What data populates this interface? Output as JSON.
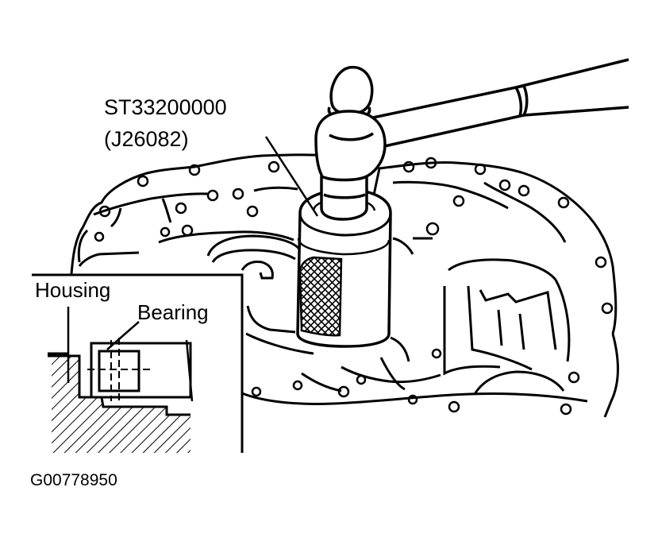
{
  "labels": {
    "tool_number": "ST33200000",
    "tool_alt_number": "(J26082)",
    "housing": "Housing",
    "bearing": "Bearing"
  },
  "figure_id": "G00778950",
  "colors": {
    "ink": "#000000",
    "paper": "#ffffff"
  }
}
